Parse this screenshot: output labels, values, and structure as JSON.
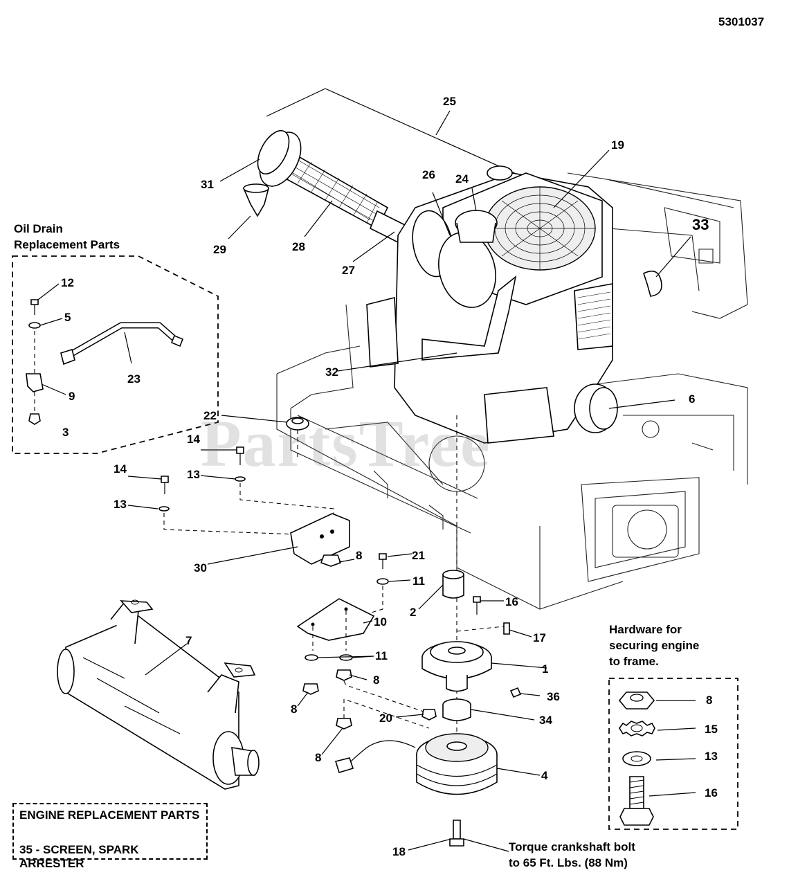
{
  "diagram_id": "5301037",
  "watermark": "PartsTree",
  "oil_drain": {
    "title_line1": "Oil Drain",
    "title_line2": "Replacement Parts"
  },
  "hardware": {
    "line1": "Hardware for",
    "line2": "securing engine",
    "line3": "to frame."
  },
  "engine_replacement": {
    "title": "ENGINE REPLACEMENT PARTS",
    "item": "35 - SCREEN, SPARK ARRESTER"
  },
  "torque_note": {
    "line1": "Torque crankshaft bolt",
    "line2": "to 65 Ft. Lbs. (88 Nm)"
  },
  "callouts": {
    "c25": "25",
    "c19": "19",
    "c31": "31",
    "c26": "26",
    "c24": "24",
    "c33": "33",
    "c29": "29",
    "c28": "28",
    "c27": "27",
    "c12": "12",
    "c5": "5",
    "c23": "23",
    "c9": "9",
    "c3": "3",
    "c32": "32",
    "c6": "6",
    "c22": "22",
    "c14a": "14",
    "c13a": "13",
    "c14b": "14",
    "c13b": "13",
    "c30": "30",
    "c8a": "8",
    "c21": "21",
    "c11a": "11",
    "c2": "2",
    "c16a": "16",
    "c7": "7",
    "c10": "10",
    "c17": "17",
    "c11b": "11",
    "c1": "1",
    "c8b": "8",
    "c36": "36",
    "c8c": "8",
    "c20": "20",
    "c34": "34",
    "c8d": "8",
    "c4": "4",
    "c18": "18",
    "h8": "8",
    "h15": "15",
    "h13": "13",
    "h16": "16"
  }
}
